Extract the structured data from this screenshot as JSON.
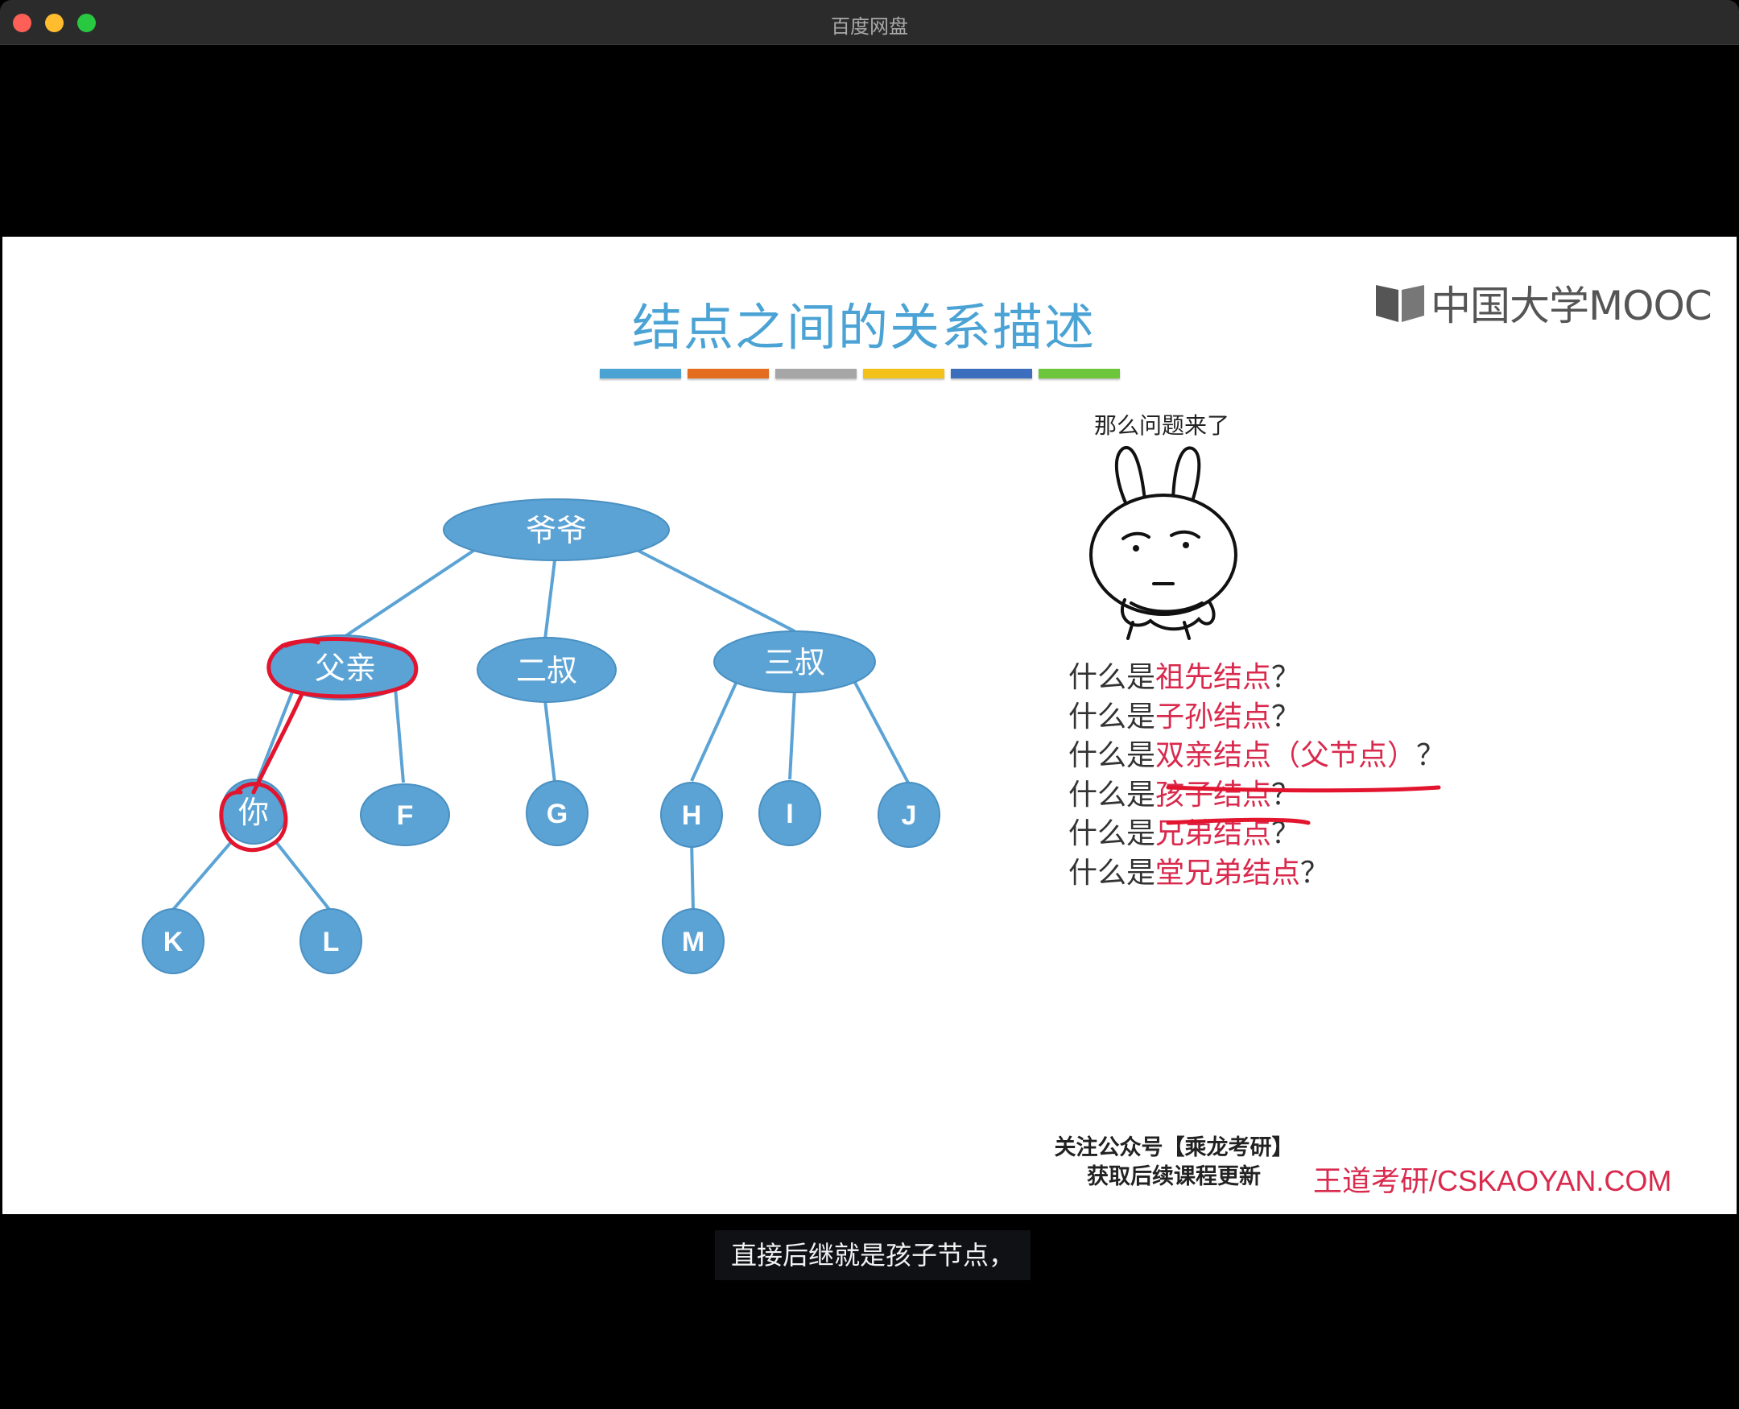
{
  "window": {
    "title": "百度网盘"
  },
  "slide": {
    "title": "结点之间的关系描述",
    "bar_colors": [
      "#4ba3d3",
      "#e36c1f",
      "#a6a6a6",
      "#f2c21b",
      "#3c6ebe",
      "#6cc53a"
    ],
    "logo_text": "中国大学MOOC",
    "bubble_text": "那么问题来了",
    "tree": {
      "nodes": {
        "yeye": "爷爷",
        "fuqin": "父亲",
        "ershu": "二叔",
        "sanshu": "三叔",
        "ni": "你",
        "f": "F",
        "g": "G",
        "h": "H",
        "i": "I",
        "j": "J",
        "k": "K",
        "l": "L",
        "m": "M"
      },
      "node_color": "#5ba3d5",
      "annotation_color": "#e3142e"
    },
    "questions": [
      {
        "prefix": "什么是",
        "term": "祖先结点",
        "suffix": "？"
      },
      {
        "prefix": "什么是",
        "term": "子孙结点",
        "suffix": "？"
      },
      {
        "prefix": "什么是",
        "term": "双亲结点（父节点）",
        "suffix": "？"
      },
      {
        "prefix": "什么是",
        "term": "孩子结点",
        "suffix": "？"
      },
      {
        "prefix": "什么是",
        "term": "兄弟结点",
        "suffix": "？"
      },
      {
        "prefix": "什么是",
        "term": "堂兄弟结点",
        "suffix": "？"
      }
    ],
    "footer": {
      "wechat_line1": "关注公众号【乘龙考研】",
      "wechat_line2": "获取后续课程更新",
      "wangdao": "王道考研/CSKAOYAN.COM"
    }
  },
  "subtitle": "直接后继就是孩子节点，"
}
